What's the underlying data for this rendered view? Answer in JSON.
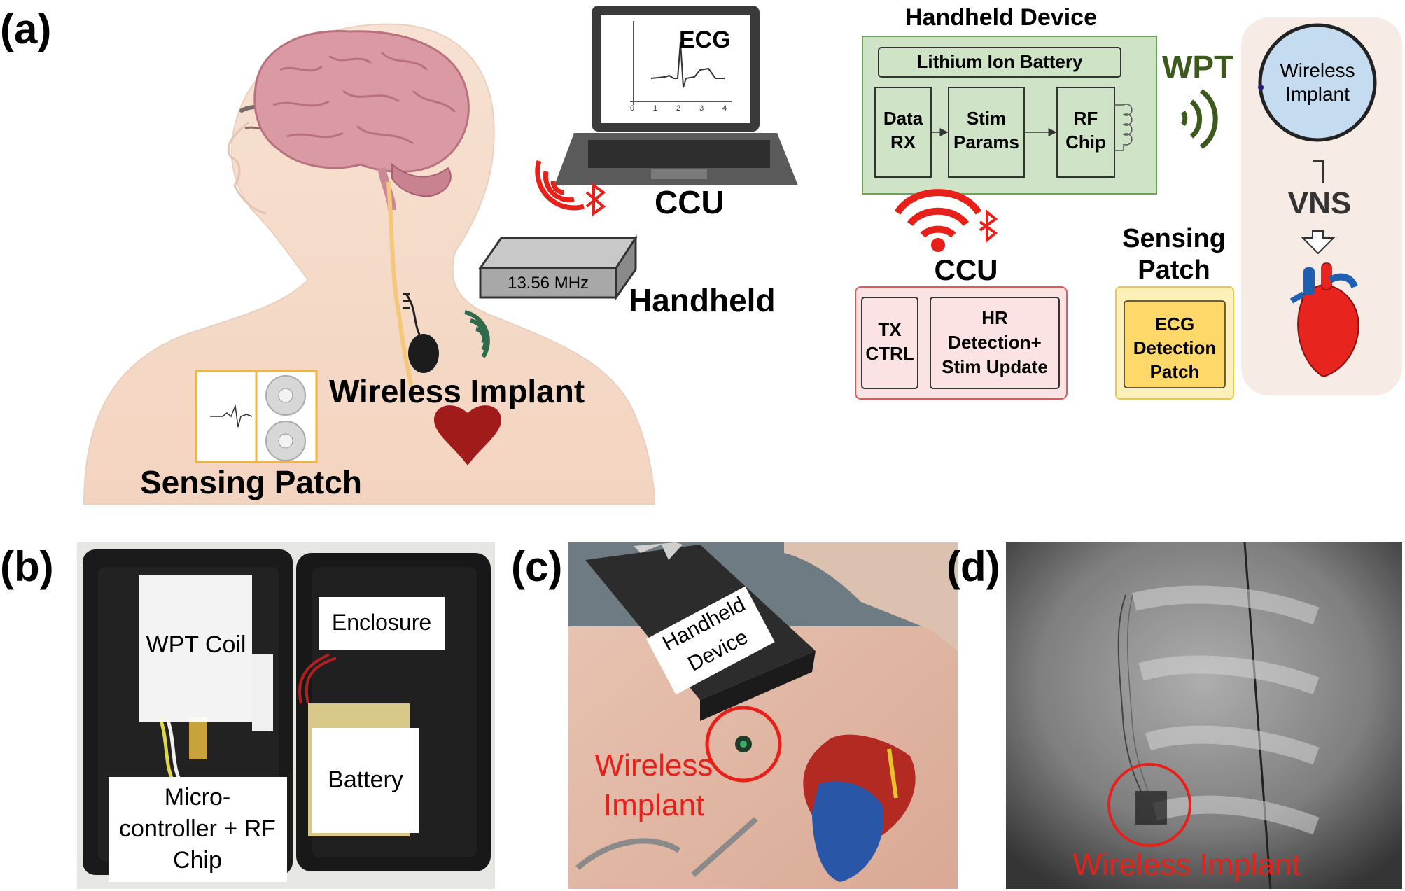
{
  "panel_a": {
    "label": "(a)",
    "ecg_title": "ECG",
    "ecg_ticks": [
      "0",
      "1",
      "2",
      "3",
      "4"
    ],
    "ccu_laptop_label": "CCU",
    "freq_label": "13.56 MHz",
    "handheld_label": "Handheld",
    "implant_label": "Wireless Implant",
    "patch_label": "Sensing Patch",
    "block": {
      "handheld_title": "Handheld Device",
      "battery": "Lithium Ion Battery",
      "data_rx": [
        "Data",
        "RX"
      ],
      "stim_params": [
        "Stim",
        "Params"
      ],
      "rf_chip": [
        "RF",
        "Chip"
      ],
      "wpt": "WPT",
      "implant": [
        "Wireless",
        "Implant"
      ],
      "vns": "VNS",
      "ccu_title": "CCU",
      "tx_ctrl": [
        "TX",
        "CTRL"
      ],
      "hr": [
        "HR",
        "Detection+",
        "Stim Update"
      ],
      "sensing_title": [
        "Sensing",
        "Patch"
      ],
      "ecg_patch": [
        "ECG",
        "Detection",
        "Patch"
      ]
    },
    "colors": {
      "handheld_fill": "#cfe3c7",
      "handheld_stroke": "#6da25c",
      "wpt_green": "#3d5a1e",
      "ccu_fill": "#fbe3e3",
      "ccu_stroke": "#e05a5a",
      "sensing_fill": "#fdf0b8",
      "sensing_stroke": "#e8c84a",
      "ecg_patch_fill": "#ffd86a",
      "implant_fill": "#c5dcf0",
      "wireless_red": "#e8201a"
    }
  },
  "panel_b": {
    "label": "(b)",
    "wpt_coil": "WPT Coil",
    "enclosure": "Enclosure",
    "battery": "Battery",
    "micro": [
      "Micro-",
      "controller + RF",
      "Chip"
    ]
  },
  "panel_c": {
    "label": "(c)",
    "handheld_device": [
      "Handheld",
      "Device"
    ],
    "implant": [
      "Wireless",
      "Implant"
    ]
  },
  "panel_d": {
    "label": "(d)",
    "implant": "Wireless Implant"
  }
}
